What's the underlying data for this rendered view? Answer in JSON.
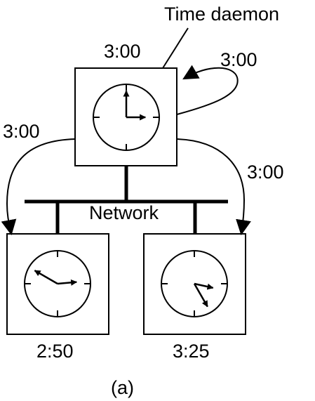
{
  "labels": {
    "daemon": "Time daemon",
    "daemon_time": "3:00",
    "self_poll": "3:00",
    "left_poll": "3:00",
    "right_poll": "3:00",
    "network": "Network",
    "left_time": "2:50",
    "right_time": "3:25",
    "caption": "(a)"
  },
  "clocks": {
    "daemon": {
      "hour": 3,
      "minute": 0
    },
    "left": {
      "hour": 2,
      "minute": 50
    },
    "right": {
      "hour": 3,
      "minute": 25
    }
  },
  "colors": {
    "ink": "#000000",
    "background": "#ffffff"
  }
}
